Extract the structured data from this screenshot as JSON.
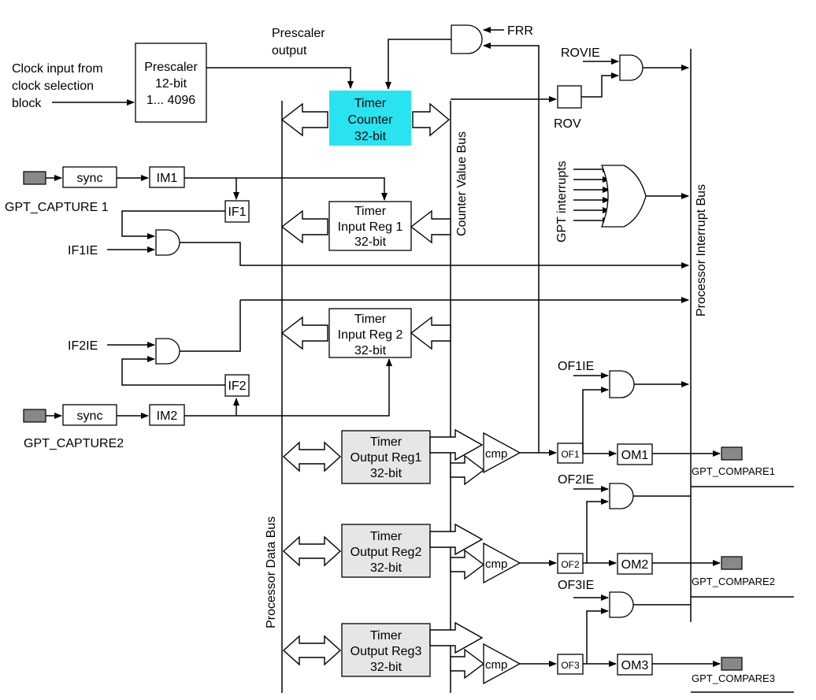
{
  "colors": {
    "timer_counter_fill": "#29e4f0",
    "output_reg_fill": "#e6e6e6",
    "pin_fill": "#888888"
  },
  "labels": {
    "clock_input": [
      "Clock input from",
      "clock selection",
      "block"
    ],
    "prescaler_output": [
      "Prescaler",
      "output"
    ],
    "frr": "FRR",
    "rovie": "ROVIE",
    "rov": "ROV",
    "counter_value_bus": "Counter Value Bus",
    "processor_interrupt_bus": "Processor Interrupt Bus",
    "processor_data_bus": "Processor Data Bus",
    "gpt_interrupts": "GPT interrupts",
    "gpt_capture1": "GPT_CAPTURE 1",
    "gpt_capture2": "GPT_CAPTURE2",
    "sync": "sync",
    "im1": "IM1",
    "im2": "IM2",
    "if1": "IF1",
    "if2": "IF2",
    "if1ie": "IF1IE",
    "if2ie": "IF2IE",
    "of1ie": "OF1IE",
    "of2ie": "OF2IE",
    "of3ie": "OF3IE",
    "of1": "OF1",
    "of2": "OF2",
    "of3": "OF3",
    "om1": "OM1",
    "om2": "OM2",
    "om3": "OM3",
    "cmp": "cmp",
    "gpt_compare1": "GPT_COMPARE1",
    "gpt_compare2": "GPT_COMPARE2",
    "gpt_compare3": "GPT_COMPARE3"
  },
  "blocks": {
    "prescaler": [
      "Prescaler",
      "12-bit",
      "1...  4096"
    ],
    "timer_counter": [
      "Timer",
      "Counter",
      "32-bit"
    ],
    "input_reg1": [
      "Timer",
      "Input Reg 1",
      "32-bit"
    ],
    "input_reg2": [
      "Timer",
      "Input Reg 2",
      "32-bit"
    ],
    "output_reg1": [
      "Timer",
      "Output Reg1",
      "32-bit"
    ],
    "output_reg2": [
      "Timer",
      "Output Reg2",
      "32-bit"
    ],
    "output_reg3": [
      "Timer",
      "Output Reg3",
      "32-bit"
    ]
  }
}
